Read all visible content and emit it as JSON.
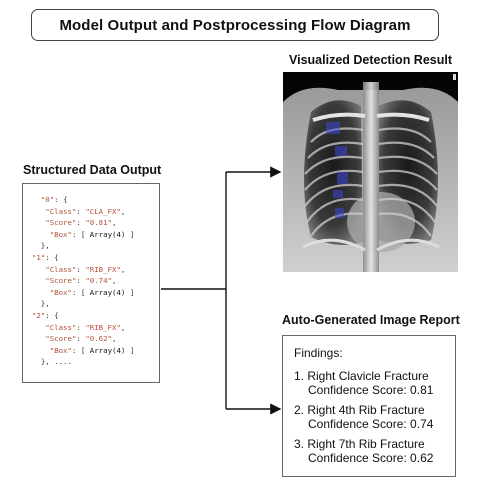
{
  "title": "Model Output and Postprocessing Flow Diagram",
  "labels": {
    "visualized": "Visualized Detection Result",
    "structured": "Structured Data Output",
    "report": "Auto-Generated Image Report"
  },
  "detections": [
    {
      "index": "\"0\"",
      "class": "\"CLA_FX\"",
      "score": "\"0.81\"",
      "box": "Array(4)"
    },
    {
      "index": "\"1\"",
      "class": "\"RIB_FX\"",
      "score": "\"0.74\"",
      "box": "Array(4)"
    },
    {
      "index": "\"2\"",
      "class": "\"RIB_FX\"",
      "score": "\"0.62\"",
      "box": "Array(4)"
    }
  ],
  "code_keys": {
    "class": "\"Class\"",
    "score": "\"Score\"",
    "box": "\"Box\""
  },
  "code_tail": "}, ....",
  "report": {
    "heading": "Findings:",
    "findings": [
      {
        "title": "1. Right Clavicle Fracture",
        "confidence": "Confidence Score: 0.81"
      },
      {
        "title": "2. Right 4th Rib Fracture",
        "confidence": "Confidence Score: 0.74"
      },
      {
        "title": "3. Right 7th Rib Fracture",
        "confidence": "Confidence Score: 0.62"
      }
    ]
  },
  "colors": {
    "code_string": "#b8503a",
    "detection_box": "#3a48d8",
    "arrow": "#111111"
  }
}
